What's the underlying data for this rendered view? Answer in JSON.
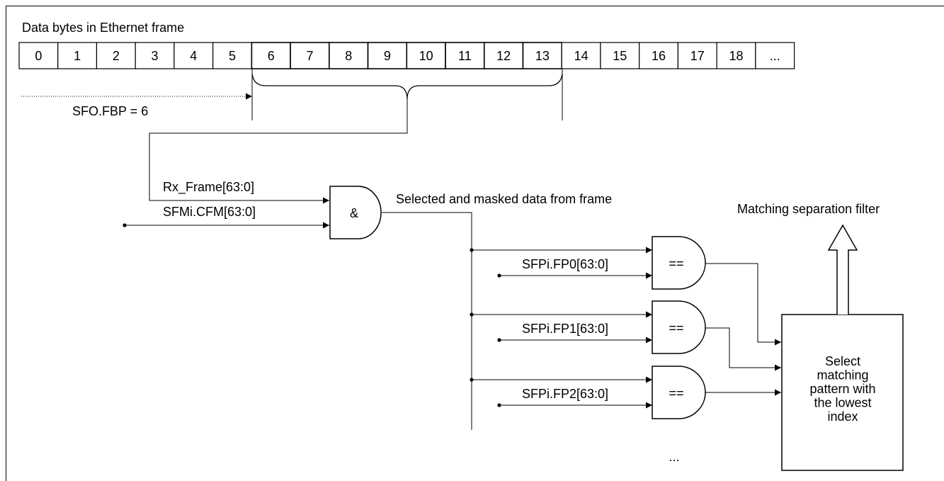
{
  "title": "Data bytes in Ethernet frame",
  "bytes": [
    "0",
    "1",
    "2",
    "3",
    "4",
    "5",
    "6",
    "7",
    "8",
    "9",
    "10",
    "11",
    "12",
    "13",
    "14",
    "15",
    "16",
    "17",
    "18",
    "..."
  ],
  "offset_label": "SFO.FBP = 6",
  "and_gate": {
    "symbol": "&",
    "input_a": "Rx_Frame[63:0]",
    "input_b": "SFMi.CFM[63:0]",
    "output_label": "Selected and masked data from frame"
  },
  "compare_gates": [
    {
      "symbol": "==",
      "pattern": "SFPi.FP0[63:0]"
    },
    {
      "symbol": "==",
      "pattern": "SFPi.FP1[63:0]"
    },
    {
      "symbol": "==",
      "pattern": "SFPi.FP2[63:0]"
    }
  ],
  "more_gates": "...",
  "select_box": {
    "lines": [
      "Select",
      "matching",
      "pattern with",
      "the lowest",
      "index"
    ]
  },
  "result_label": "Matching separation filter"
}
